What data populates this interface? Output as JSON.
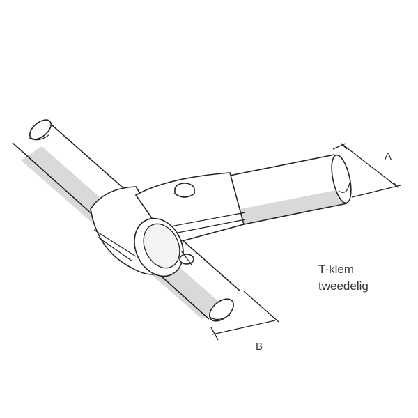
{
  "diagram": {
    "dimension_a": "A",
    "dimension_b": "B",
    "caption_line1": "T-klem",
    "caption_line2": "tweedelig"
  },
  "colors": {
    "outline": "#222222",
    "shade": "#d9d9d9",
    "text": "#333333"
  }
}
